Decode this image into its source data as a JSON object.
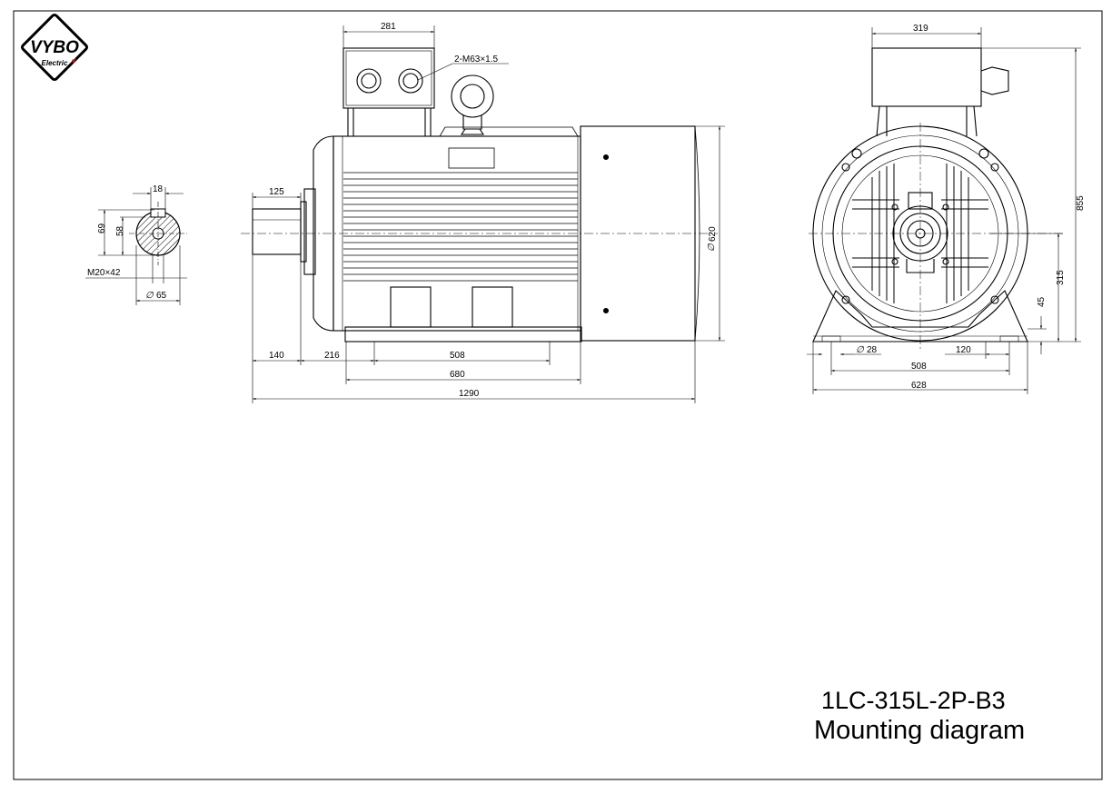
{
  "logo": {
    "brand": "VYBO",
    "sub": "Electric"
  },
  "dims": {
    "shaft_key": "18",
    "shaft_h1": "69",
    "shaft_h2": "58",
    "shaft_thread": "M20×42",
    "shaft_dia": "65",
    "terminal_w": "281",
    "cable_gland": "2-M63×1.5",
    "shaft_len": "125",
    "body_dia": "620",
    "d140": "140",
    "d216": "216",
    "d508": "508",
    "d680": "680",
    "d1290": "1290",
    "front_box": "319",
    "front_height": "855",
    "front_axis": "315",
    "front_foot": "45",
    "front_hole": "28",
    "front_120": "120",
    "front_508": "508",
    "front_628": "628"
  },
  "title": {
    "model": "1LC-315L-2P-B3",
    "caption": "Mounting diagram"
  }
}
